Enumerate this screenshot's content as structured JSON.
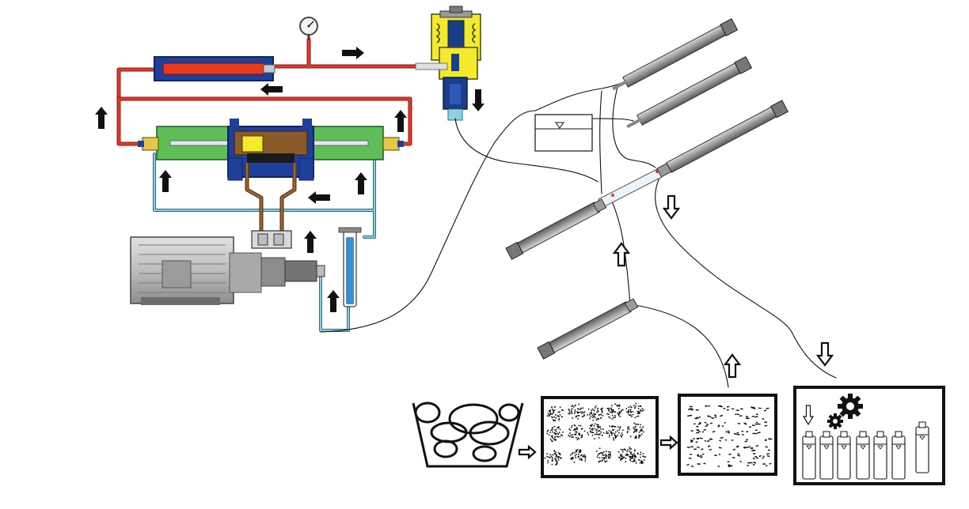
{
  "title": "",
  "palette": {
    "hot_line": "#e0392b",
    "hot_line_dark": "#8a1a12",
    "cold_line": "#6fb6cf",
    "cold_line_dark": "#2d6f88",
    "heater_shell": "#1f3f9a",
    "heater_core": "#e63a22",
    "pump_block": "#1f3f9a",
    "pump_body": "#2c58b8",
    "pump_jacket": "#5fbf56",
    "oil_chamber": "#8a5a2b",
    "valve_body": "#f3ea2e",
    "valve_dark": "#1a3f86",
    "motor": "#bfbfbf",
    "motor_dark": "#6c6c6c",
    "reservoir": "#3a8fd4",
    "ink": "#000000"
  },
  "icons": {
    "arrow_solid": "arrow-solid-icon",
    "arrow_hollow": "arrow-hollow-icon",
    "gauge": "pressure-gauge-icon",
    "gear": "gear-icon",
    "level_mark": "liquid-level-icon"
  },
  "flow_arrows": {
    "hydraulic": [
      "right",
      "left",
      "left",
      "up",
      "up",
      "up",
      "up",
      "up",
      "up",
      "down"
    ],
    "process": [
      "down",
      "up",
      "down",
      "up",
      "right",
      "right"
    ]
  },
  "process_steps": [
    "raw-pellets",
    "granules",
    "powder",
    "filled-vials"
  ],
  "vial_count": 7
}
